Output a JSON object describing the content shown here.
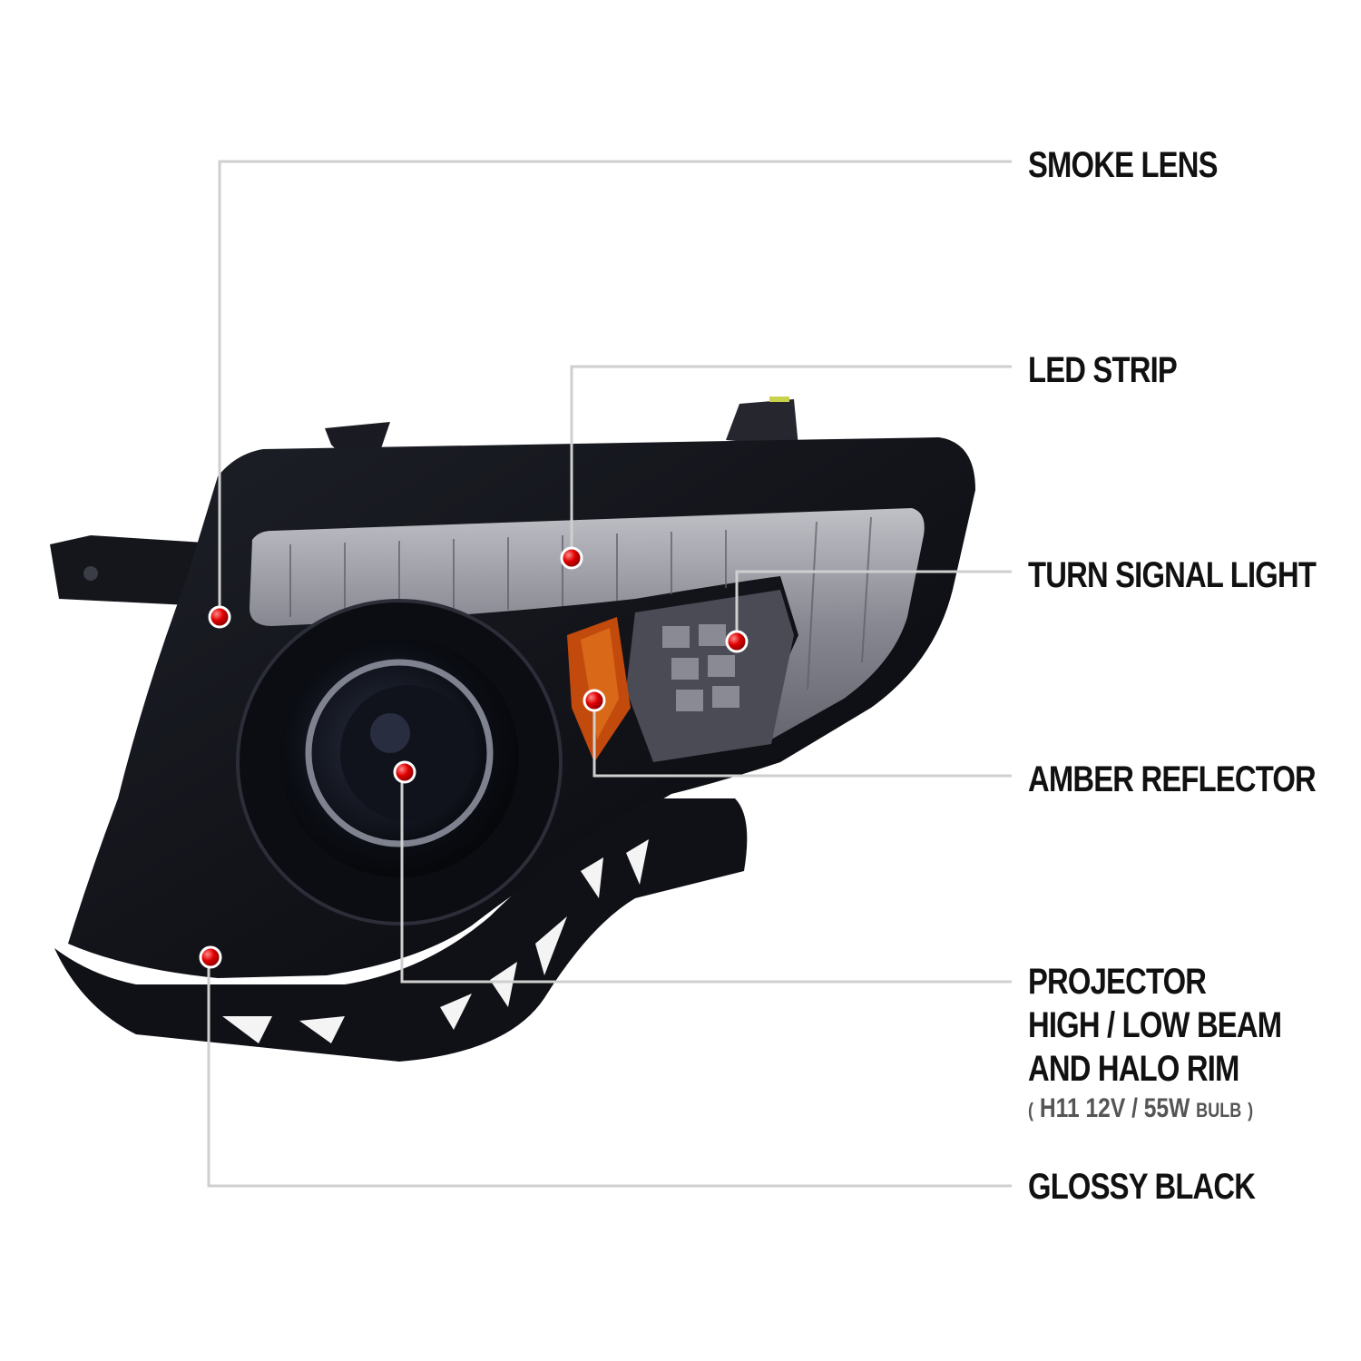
{
  "labels": {
    "smoke_lens": "SMOKE LENS",
    "led_strip": "LED STRIP",
    "turn_signal": "TURN SIGNAL LIGHT",
    "amber_reflector": "AMBER REFLECTOR",
    "projector_line1": "PROJECTOR",
    "projector_line2": "HIGH / LOW BEAM",
    "projector_line3": "AND HALO RIM",
    "bulb_open": "(",
    "bulb_h11": "H11",
    "bulb_spec": "12V / 55W",
    "bulb_word": "BULB",
    "bulb_close": ")",
    "glossy_black": "GLOSSY BLACK"
  },
  "colors": {
    "leader_line": "#cfcfcf",
    "marker": "#e00000",
    "headlight_body": "#121218",
    "amber": "#c24a0c"
  }
}
